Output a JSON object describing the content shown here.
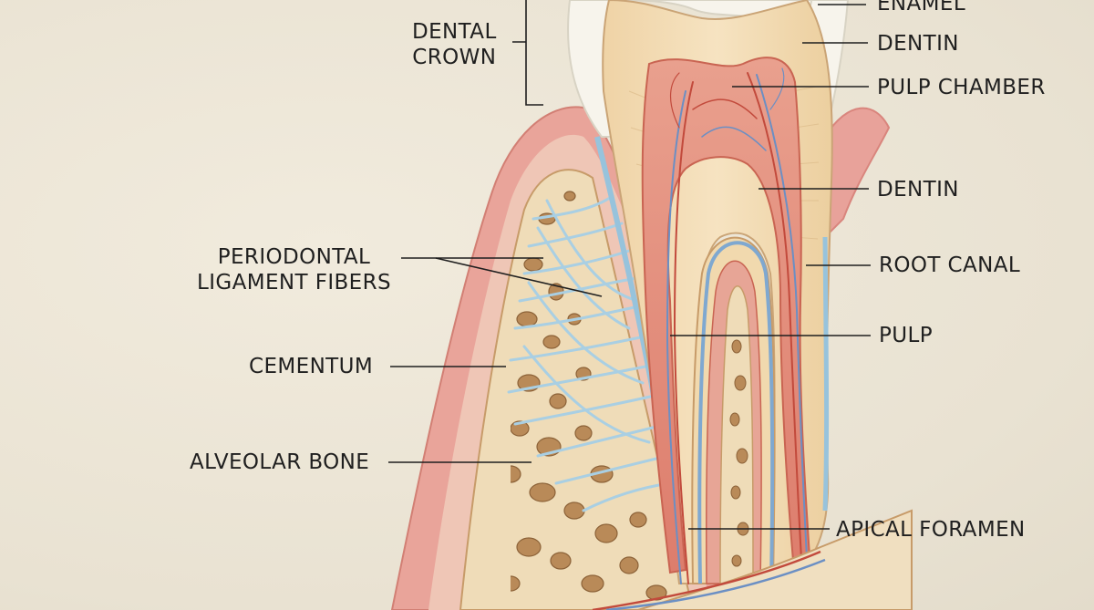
{
  "labels": {
    "dental_crown": [
      "DENTAL",
      "CROWN"
    ],
    "periodontal_ligament_fibers": [
      "PERIODONTAL",
      "LIGAMENT FIBERS"
    ],
    "cementum": "CEMENTUM",
    "alveolar_bone": "ALVEOLAR BONE",
    "enamel": "ENAMEL",
    "dentin_crown": "DENTIN",
    "pulp_chamber": "PULP CHAMBER",
    "dentin_root": "DENTIN",
    "root_canal": "ROOT CANAL",
    "pulp": "PULP",
    "apical_foramen": "APICAL FORAMEN"
  },
  "colors": {
    "background": "#ece5d6",
    "enamel": "#f7f4ec",
    "dentin": "#f2dcb4",
    "pulp": "#e48a7a",
    "gum": "#e79a92",
    "bone": "#efdcb8",
    "bone_cavity": "#b98a58",
    "ligament": "#a9cfe3",
    "vessel_red": "#c24a3c",
    "vessel_blue": "#6b8fc4",
    "leader_line": "#1f1f1f"
  }
}
